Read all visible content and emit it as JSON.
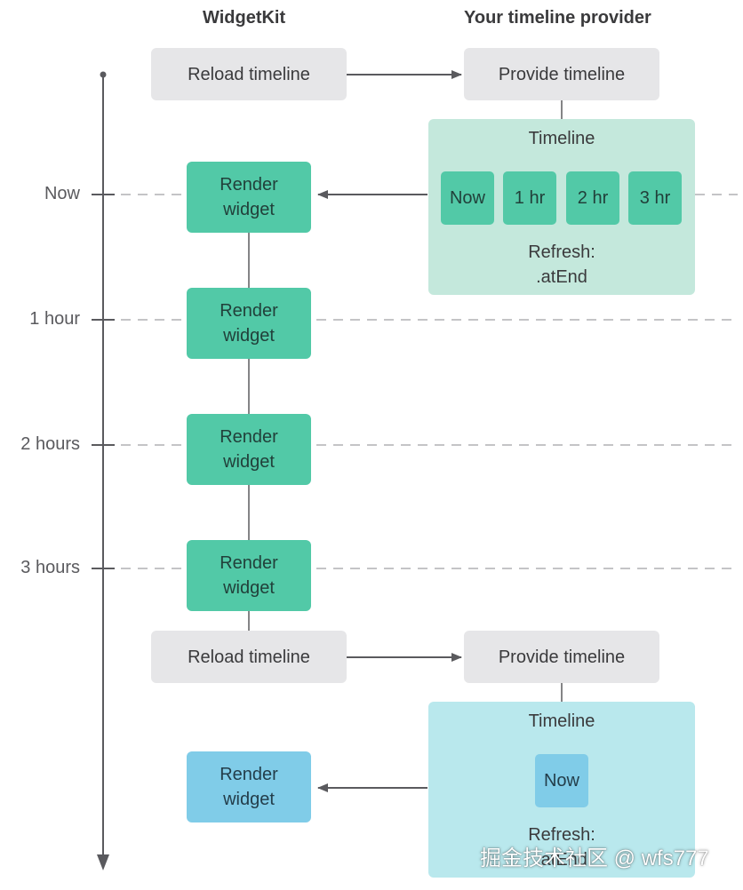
{
  "headers": {
    "widgetkit": "WidgetKit",
    "provider": "Your timeline provider"
  },
  "time_ticks": [
    {
      "label": "Now"
    },
    {
      "label": "1 hour"
    },
    {
      "label": "2 hours"
    },
    {
      "label": "3 hours"
    }
  ],
  "reload_label": "Reload timeline",
  "provide_label": "Provide timeline",
  "render_line1": "Render",
  "render_line2": "widget",
  "timeline1": {
    "title": "Timeline",
    "entries": [
      "Now",
      "1 hr",
      "2 hr",
      "3 hr"
    ],
    "refresh_label": "Refresh:",
    "refresh_policy": ".atEnd"
  },
  "timeline2": {
    "title": "Timeline",
    "entries": [
      "Now"
    ],
    "refresh_label": "Refresh:",
    "refresh_policy": ".atEnd"
  },
  "watermark": "掘金技术社区 @ wfs777",
  "colors": {
    "gray_box": "#e6e6e8",
    "green_widget": "#52c9a7",
    "green_panel": "#c4e8dc",
    "blue_widget": "#80cce8",
    "blue_panel": "#b9e8ed",
    "line": "#5a5a5e",
    "dashed": "#b0b0b4"
  }
}
